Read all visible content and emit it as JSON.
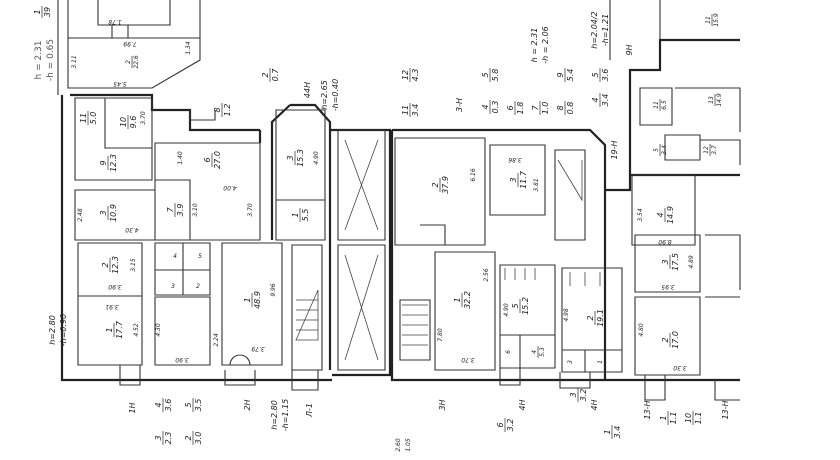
{
  "annex": {
    "h": "h = 2.31",
    "neg_h": "-h = 0.65",
    "ref": {
      "num": "1",
      "den": "39"
    },
    "room": {
      "num": "2",
      "den": "22.6"
    },
    "dims": [
      "7.99",
      "3.11",
      "5.45",
      "1.78",
      "1.34"
    ]
  },
  "left_block": {
    "heights": {
      "h": "h=2.80",
      "neg_h": "-h=0.90"
    },
    "rooms": [
      {
        "num": "11",
        "den": "5.0"
      },
      {
        "num": "10",
        "den": "9.6"
      },
      {
        "num": "9",
        "den": "12.3"
      },
      {
        "num": "3",
        "den": "10.9"
      },
      {
        "num": "2",
        "den": "12.3"
      },
      {
        "num": "1",
        "den": "17.7"
      },
      {
        "num": "6",
        "den": "27.0"
      },
      {
        "num": "7",
        "den": "3.9"
      },
      {
        "num": "1",
        "den": "5.5"
      },
      {
        "num": "3",
        "den": "15.3"
      },
      {
        "num": "1",
        "den": "48.9"
      },
      {
        "num": "8",
        "den": "1.2"
      },
      {
        "num": "2",
        "den": "0.7"
      }
    ],
    "dims": [
      "3.70",
      "2.48",
      "4.30",
      "3.15",
      "3.90",
      "3.91",
      "4.52",
      "4.30",
      "3.90",
      "4.00",
      "3.70",
      "3.10",
      "1.40",
      "4.90",
      "9.96",
      "3.79",
      "2.24"
    ],
    "small_rooms": [
      "4",
      "5",
      "3",
      "2"
    ],
    "labels": [
      "44H",
      "1H",
      "2H",
      "Л-1"
    ],
    "top_heights": {
      "h": "h=2.65",
      "neg_h": "-h=0.40"
    },
    "bottom_heights": {
      "h": "h=2.80",
      "neg_h": "-h=1.15"
    },
    "bottom_fractions": [
      {
        "num": "4",
        "den": "3.6"
      },
      {
        "num": "5",
        "den": "3.5"
      },
      {
        "num": "3",
        "den": "2.3"
      },
      {
        "num": "2",
        "den": "3.0"
      }
    ]
  },
  "right_block": {
    "rooms": [
      {
        "num": "2",
        "den": "37.9"
      },
      {
        "num": "3",
        "den": "11.7"
      },
      {
        "num": "1",
        "den": "32.2"
      },
      {
        "num": "5",
        "den": "15.2"
      },
      {
        "num": "4",
        "den": "5.3"
      },
      {
        "num": "2",
        "den": "19.1"
      },
      {
        "num": "4",
        "den": "14.9"
      },
      {
        "num": "3",
        "den": "17.5"
      },
      {
        "num": "2",
        "den": "17.0"
      },
      {
        "num": "11",
        "den": "6.5"
      },
      {
        "num": "13",
        "den": "14.9"
      },
      {
        "num": "5",
        "den": "3.4"
      },
      {
        "num": "12",
        "den": "3.7"
      },
      {
        "num": "11",
        "den": "15.9"
      }
    ],
    "top_fractions": [
      {
        "num": "12",
        "den": "4.3"
      },
      {
        "num": "11",
        "den": "3.4"
      },
      {
        "num": "4",
        "den": "0.3"
      },
      {
        "num": "5",
        "den": "5.8"
      },
      {
        "num": "6",
        "den": "1.8"
      },
      {
        "num": "7",
        "den": "1.0"
      },
      {
        "num": "8",
        "den": "0.8"
      },
      {
        "num": "9",
        "den": "5.4"
      },
      {
        "num": "4",
        "den": "3.4"
      },
      {
        "num": "5",
        "den": "3.6"
      }
    ],
    "heights": {
      "h": "h = 2.31",
      "neg_h": "-h = 2.06"
    },
    "heights2": {
      "h": "h=2.04/2",
      "neg_h": "-h=1.21"
    },
    "labels": [
      "3-H",
      "19-H",
      "9H",
      "3H",
      "4H",
      "4H",
      "13-H",
      "13-H"
    ],
    "bottom_fractions": [
      {
        "num": "6",
        "den": "3.2"
      },
      {
        "num": "3",
        "den": "3.2"
      },
      {
        "num": "1",
        "den": "3.4"
      },
      {
        "num": "1",
        "den": "1.1"
      },
      {
        "num": "10",
        "den": "1.1"
      }
    ],
    "dims": [
      "3.86",
      "3.81",
      "6.16",
      "7.80",
      "3.70",
      "2.56",
      "4.90",
      "4.98",
      "3.54",
      "8.90",
      "4.89",
      "3.95",
      "4.80",
      "3.30",
      "2.60",
      "1.05"
    ],
    "small_rooms": [
      "6",
      "3",
      "1"
    ]
  }
}
